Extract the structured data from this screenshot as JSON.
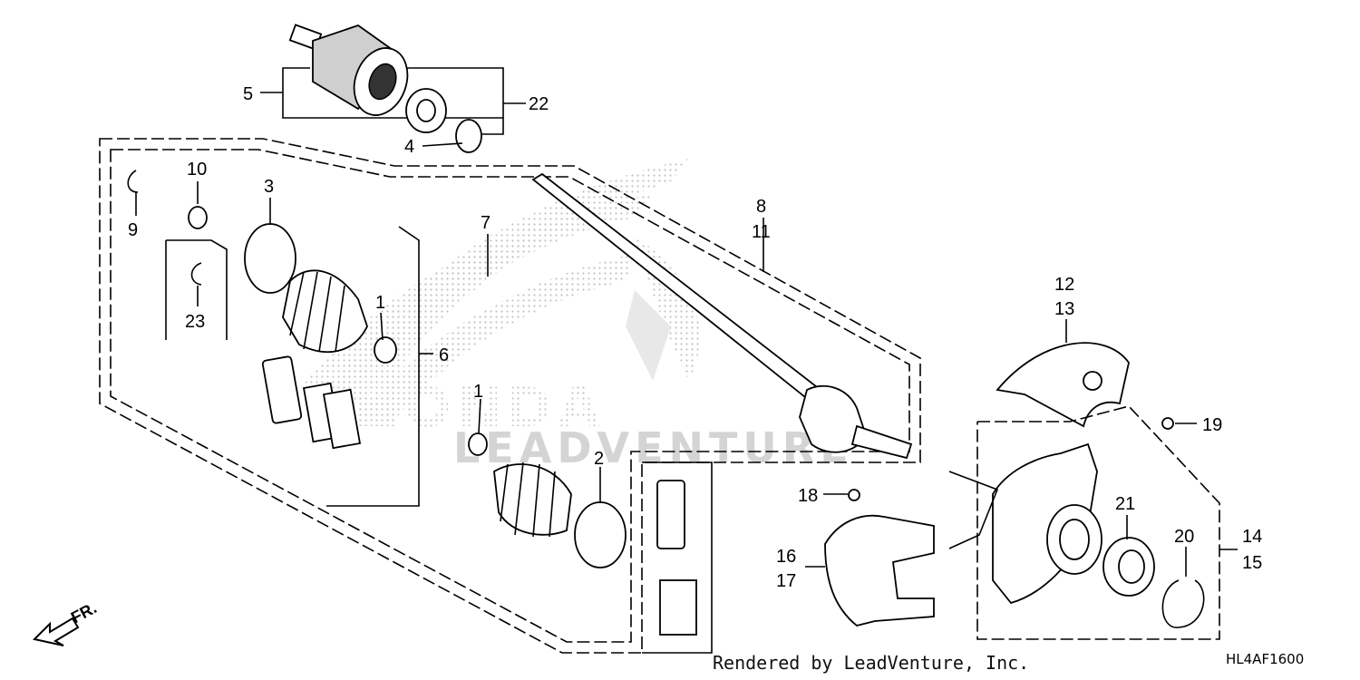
{
  "callouts": [
    {
      "id": "1a",
      "text": "1"
    },
    {
      "id": "1b",
      "text": "1"
    },
    {
      "id": "2",
      "text": "2"
    },
    {
      "id": "3",
      "text": "3"
    },
    {
      "id": "4",
      "text": "4"
    },
    {
      "id": "5",
      "text": "5"
    },
    {
      "id": "6",
      "text": "6"
    },
    {
      "id": "7",
      "text": "7"
    },
    {
      "id": "8",
      "text": "8"
    },
    {
      "id": "9",
      "text": "9"
    },
    {
      "id": "10",
      "text": "10"
    },
    {
      "id": "11",
      "text": "11"
    },
    {
      "id": "12",
      "text": "12"
    },
    {
      "id": "13",
      "text": "13"
    },
    {
      "id": "14",
      "text": "14"
    },
    {
      "id": "15",
      "text": "15"
    },
    {
      "id": "16",
      "text": "16"
    },
    {
      "id": "17",
      "text": "17"
    },
    {
      "id": "18",
      "text": "18"
    },
    {
      "id": "19",
      "text": "19"
    },
    {
      "id": "20",
      "text": "20"
    },
    {
      "id": "21",
      "text": "21"
    },
    {
      "id": "22",
      "text": "22"
    },
    {
      "id": "23",
      "text": "23"
    }
  ],
  "front_indicator": "FR.",
  "credit": "Rendered by LeadVenture, Inc.",
  "diagram_code": "HL4AF1600",
  "watermark": {
    "line1": "HONDA",
    "line2": "LEADVENTURE"
  },
  "colors": {
    "line": "#000000",
    "watermark": "#d0d0d0",
    "background": "#ffffff"
  }
}
